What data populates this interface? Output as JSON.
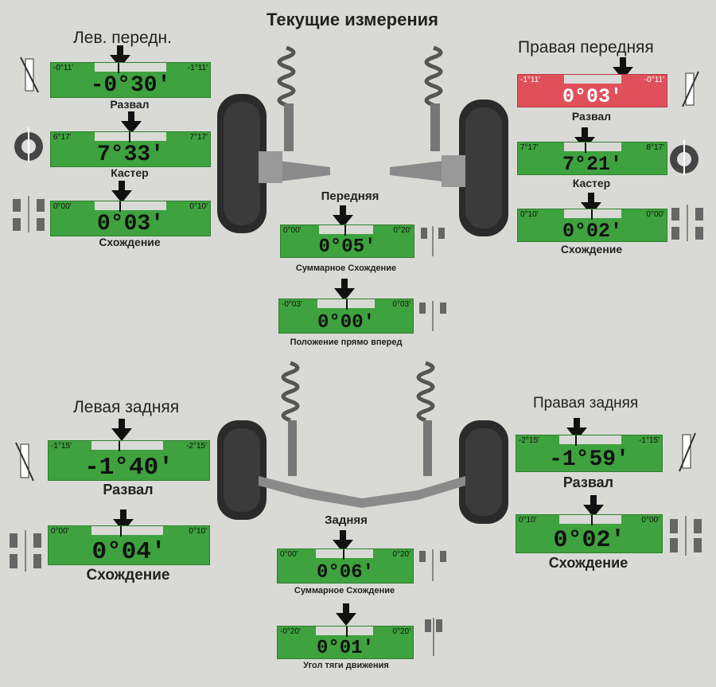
{
  "title": "Текущие измерения",
  "front_left": {
    "heading": "Лев. передн.",
    "camber": {
      "label": "Развал",
      "value": "-0°30'",
      "min": "-0°11'",
      "max": "-1°11'"
    },
    "caster": {
      "label": "Кастер",
      "value": "7°33'",
      "min": "6°17'",
      "max": "7°17'"
    },
    "toe": {
      "label": "Схождение",
      "value": "0°03'",
      "min": "0°00'",
      "max": "0°10'"
    }
  },
  "front_right": {
    "heading": "Правая передняя",
    "camber": {
      "label": "Развал",
      "value": "0°03'",
      "min": "-1°11'",
      "max": "-0°11'",
      "status": "out-of-range"
    },
    "caster": {
      "label": "Кастер",
      "value": "7°21'",
      "min": "7°17'",
      "max": "8°17'"
    },
    "toe": {
      "label": "Схождение",
      "value": "0°02'",
      "min": "0°10'",
      "max": "0°00'"
    }
  },
  "front_center": {
    "heading": "Передняя",
    "total_toe": {
      "label": "Суммарное Схождение",
      "value": "0°05'",
      "min": "0°00'",
      "max": "0°20'"
    },
    "straight": {
      "label": "Положение прямо вперед",
      "value": "0°00'",
      "min": "-0°03'",
      "max": "0°03'"
    }
  },
  "rear_left": {
    "heading": "Левая задняя",
    "camber": {
      "label": "Развал",
      "value": "-1°40'",
      "min": "-1°15'",
      "max": "-2°15'"
    },
    "toe": {
      "label": "Схождение",
      "value": "0°04'",
      "min": "0°00'",
      "max": "0°10'"
    }
  },
  "rear_right": {
    "heading": "Правая задняя",
    "camber": {
      "label": "Развал",
      "value": "-1°59'",
      "min": "-2°15'",
      "max": "-1°15'"
    },
    "toe": {
      "label": "Схождение",
      "value": "0°02'",
      "min": "0°10'",
      "max": "0°00'"
    }
  },
  "rear_center": {
    "heading": "Задняя",
    "total_toe": {
      "label": "Суммарное Схождение",
      "value": "0°06'",
      "min": "0°00'",
      "max": "0°20'"
    },
    "thrust": {
      "label": "Угол тяги движения",
      "value": "0°01'",
      "min": "-0°20'",
      "max": "0°20'"
    }
  },
  "colors": {
    "in_range": "#3ea23e",
    "out_of_range": "#e0505a"
  }
}
